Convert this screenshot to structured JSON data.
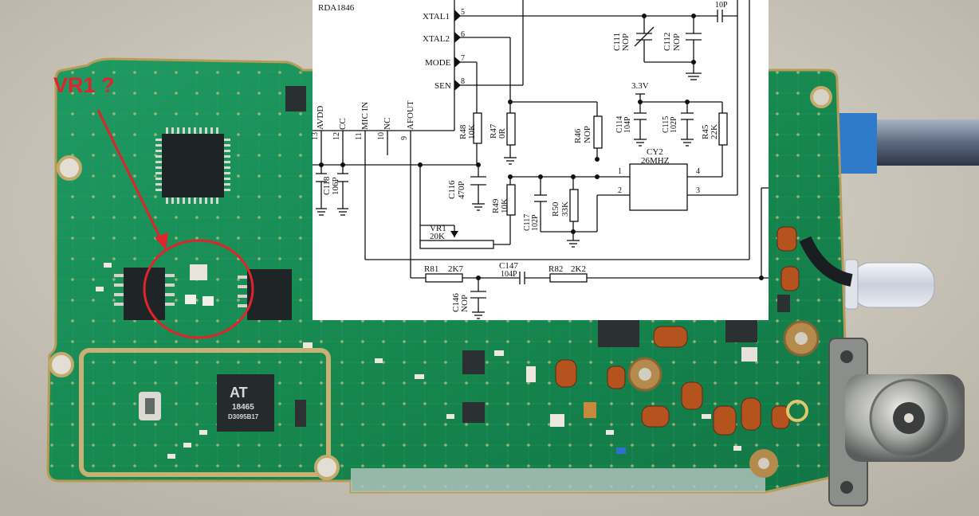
{
  "annotation": {
    "label": "VR1 ?",
    "color": "#e0242b"
  },
  "chip": {
    "logo": "AT",
    "part": "18465",
    "code": "D3095B17"
  },
  "schematic": {
    "ic_name": "RDA1846",
    "pins_right": [
      {
        "name": "XTAL1",
        "num": "5"
      },
      {
        "name": "XTAL2",
        "num": "6"
      },
      {
        "name": "MODE",
        "num": "7"
      },
      {
        "name": "SEN",
        "num": "8"
      }
    ],
    "pins_bottom": [
      {
        "name": "AVDD",
        "num": "13"
      },
      {
        "name": "CC",
        "num": "12"
      },
      {
        "name": "MIC IN",
        "num": "11"
      },
      {
        "name": "NC",
        "num": "10"
      },
      {
        "name": "AFOUT",
        "num": "9"
      }
    ],
    "components": {
      "c118": {
        "ref": "C118",
        "val": "106P"
      },
      "c116": {
        "ref": "C116",
        "val": "470P"
      },
      "r48": {
        "ref": "R48",
        "val": "10K"
      },
      "r47": {
        "ref": "R47",
        "val": "0R"
      },
      "r46": {
        "ref": "R46",
        "val": "NOP"
      },
      "r49": {
        "ref": "R49",
        "val": "10K"
      },
      "c117": {
        "ref": "C117",
        "val": "102P"
      },
      "r50": {
        "ref": "R50",
        "val": "33K"
      },
      "vr1": {
        "ref": "VR1",
        "val": "20K"
      },
      "c111": {
        "ref": "C111",
        "val": "NOP"
      },
      "c112": {
        "ref": "C112",
        "val": "NOP"
      },
      "c10p": {
        "val": "10P"
      },
      "vcc": {
        "val": "3.3V"
      },
      "c114": {
        "ref": "C114",
        "val": "104P"
      },
      "c115": {
        "ref": "C115",
        "val": "102P"
      },
      "r45": {
        "ref": "R45",
        "val": "22K"
      },
      "cy2": {
        "ref": "CY2",
        "val": "26MHZ"
      },
      "r81": {
        "ref": "R81",
        "val": "2K7"
      },
      "c147": {
        "ref": "C147",
        "val": "104P"
      },
      "r82": {
        "ref": "R82",
        "val": "2K2"
      },
      "c146": {
        "ref": "C146",
        "val": "NOP"
      }
    },
    "crystal_pins": [
      "1",
      "2",
      "3",
      "4"
    ]
  }
}
